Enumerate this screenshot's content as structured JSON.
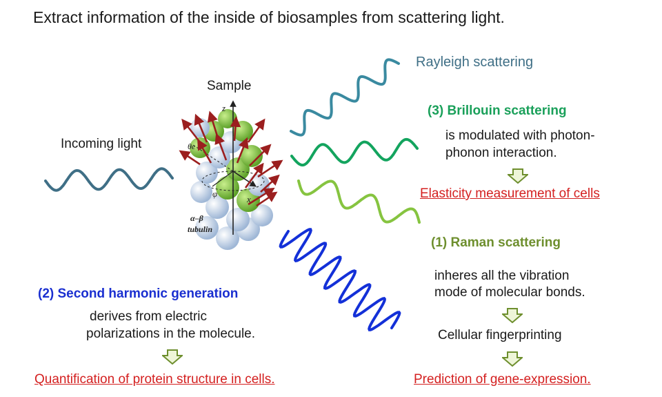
{
  "title": "Extract information of the inside of biosamples from scattering light.",
  "labels": {
    "sample": "Sample",
    "incoming_light": "Incoming light",
    "rayleigh": "Rayleigh scattering"
  },
  "brillouin": {
    "heading": "(3) Brillouin scattering",
    "desc_line1": "is modulated with photon-",
    "desc_line2": "phonon interaction.",
    "result": "Elasticity  measurement of cells"
  },
  "raman": {
    "heading": "(1) Raman scattering",
    "desc_line1": "inheres all the vibration",
    "desc_line2": "mode of molecular bonds.",
    "intermediate": "Cellular fingerprinting",
    "result": "Prediction  of gene-expression."
  },
  "shg": {
    "heading": "(2) Second harmonic generation",
    "desc_line1": "derives from electric",
    "desc_line2": "polarizations  in the molecule.",
    "result": "Quantification  of protein structure in cells."
  },
  "figure": {
    "axis_z": "z",
    "angle_theta": "θe",
    "angle_phi": "φ",
    "axis_x": "x",
    "tubulin_line1": "α–β",
    "tubulin_line2": "tubulin"
  },
  "colors": {
    "incoming": "#3f6f86",
    "rayleigh": "#3a8aa0",
    "brillouin": "#13a45e",
    "raman": "#86c440",
    "shg": "#1330d8",
    "result_red": "#d42020",
    "arrow_fill": "#eef5d8",
    "arrow_stroke": "#6e8f2e"
  }
}
